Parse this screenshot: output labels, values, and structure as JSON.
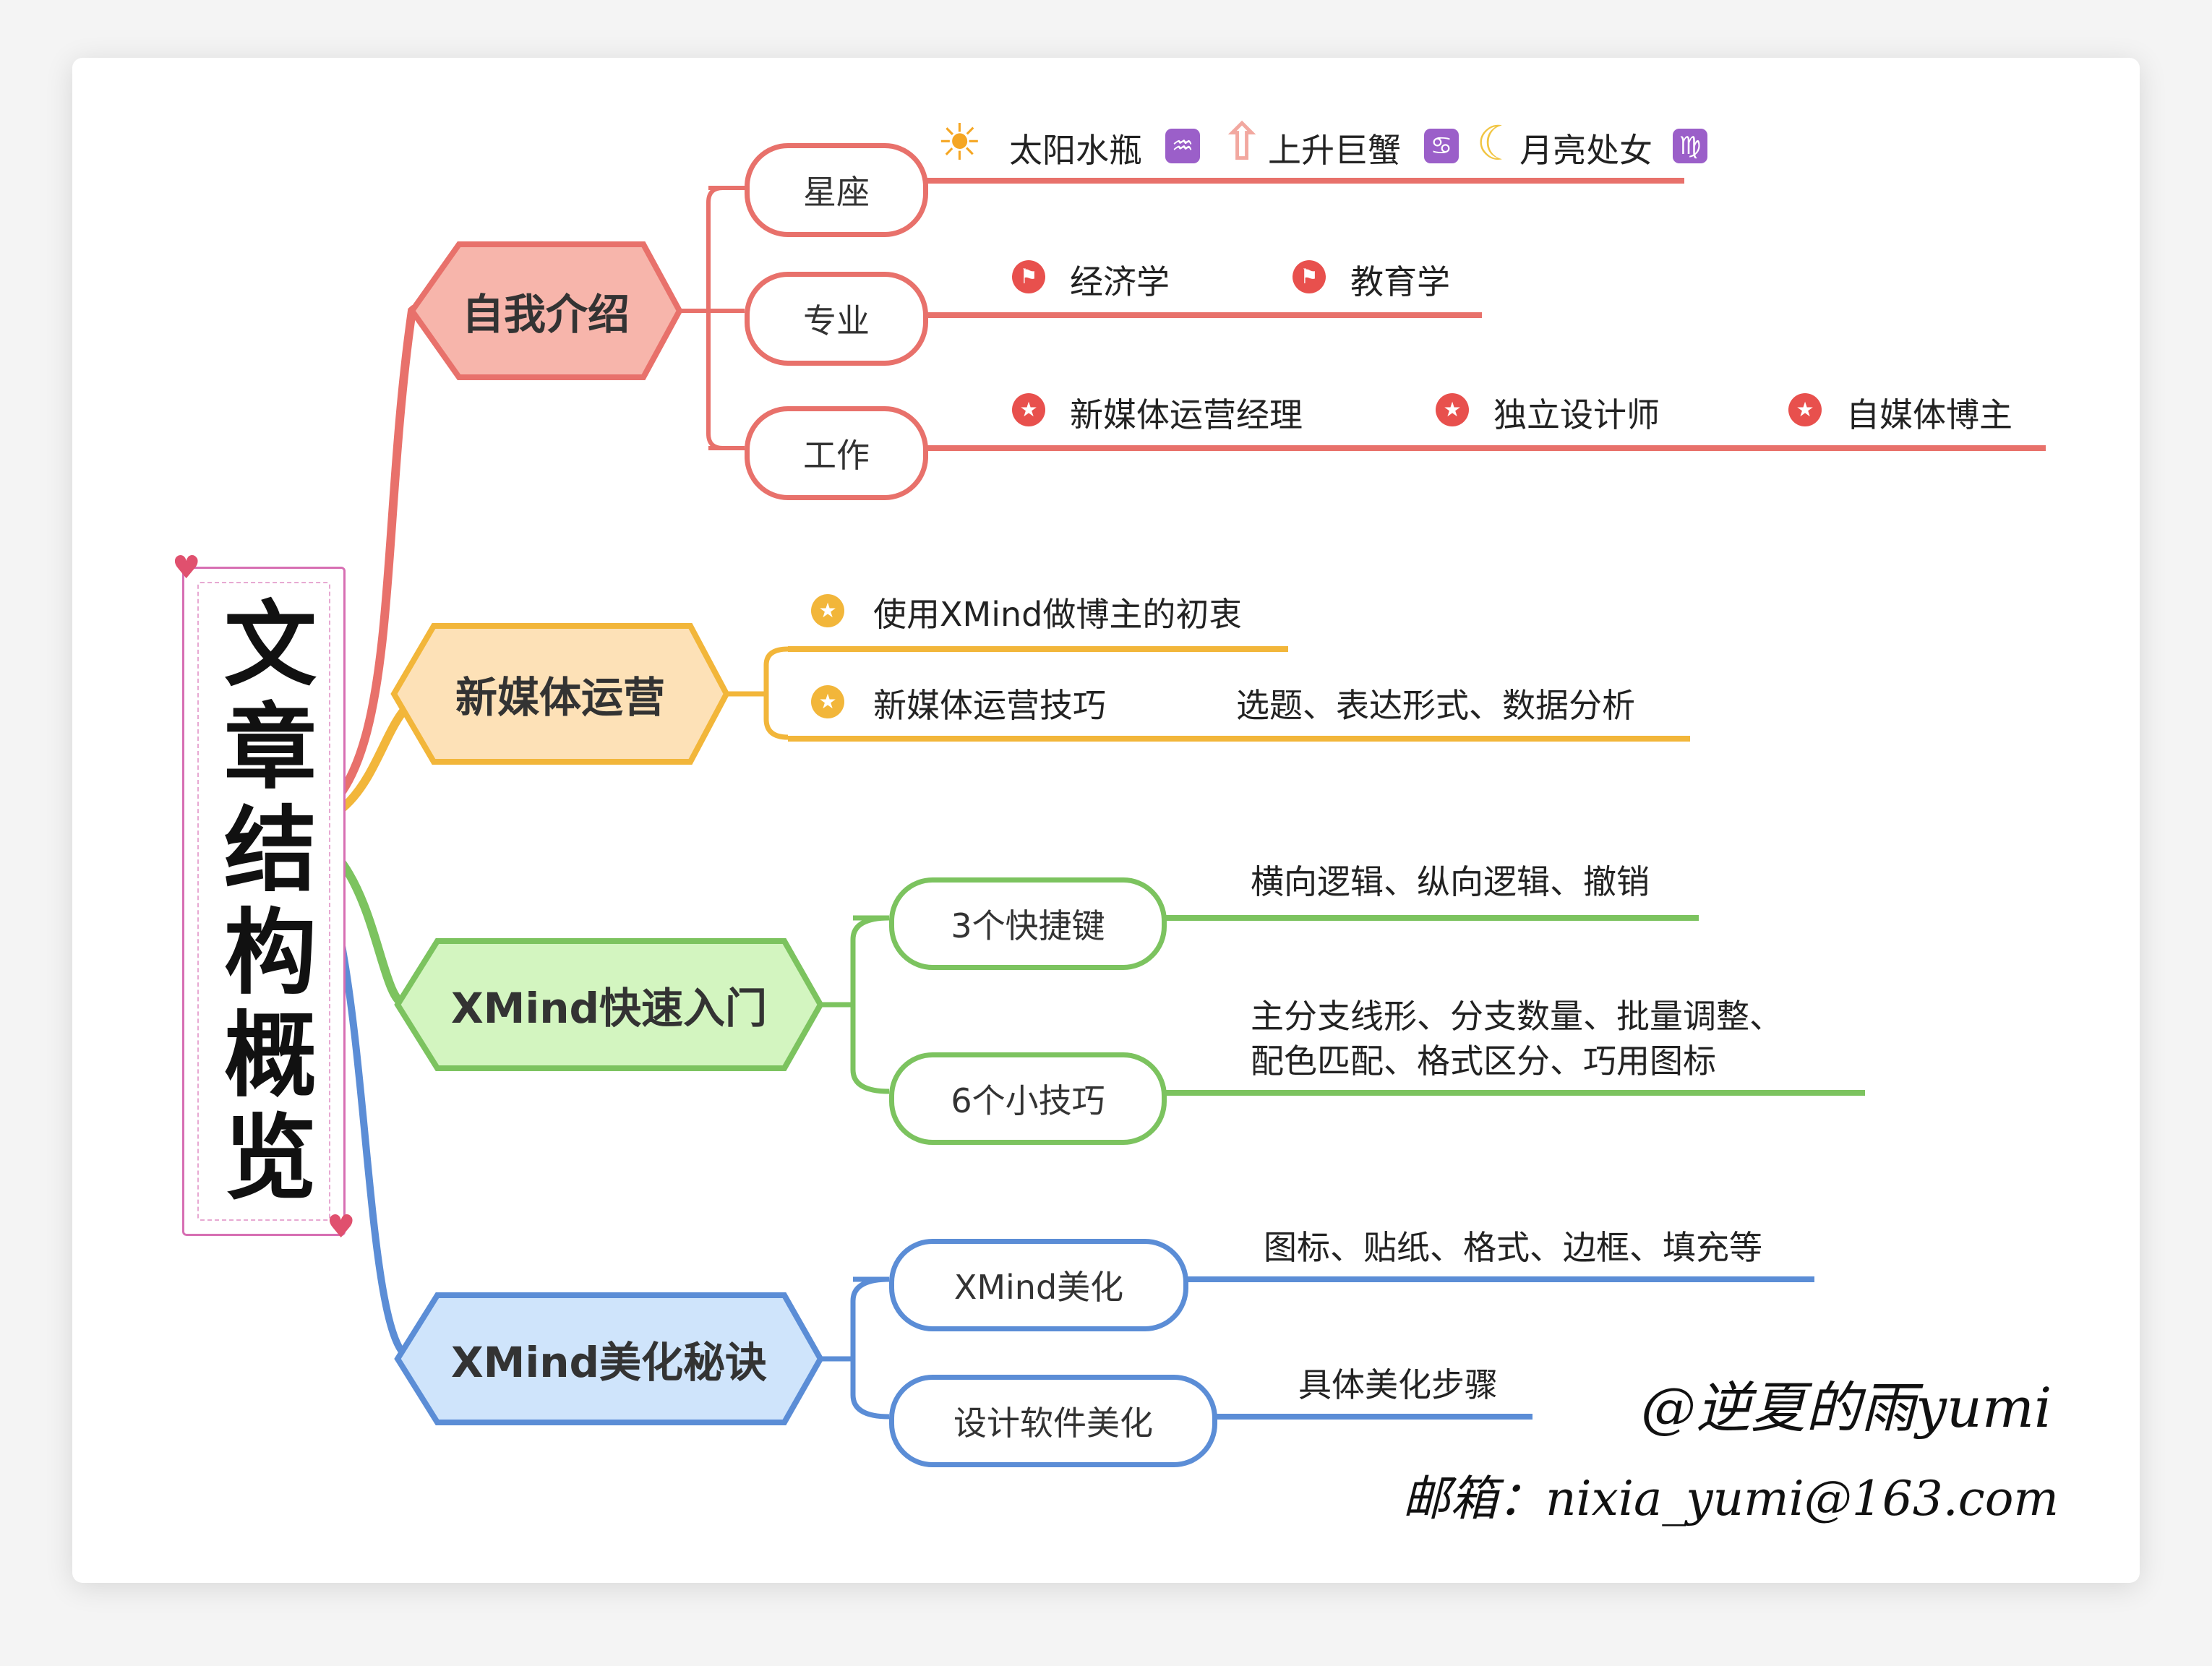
{
  "root": {
    "title": "文章结构概览"
  },
  "colors": {
    "red": "#e8716b",
    "orange": "#f2b63a",
    "green": "#7cc35f",
    "blue": "#5b8dd6",
    "red_fill": "#f7b5ab",
    "orange_fill": "#fde1b7",
    "green_fill": "#d3f5c0",
    "blue_fill": "#cfe4fb"
  },
  "branches": {
    "self_intro": {
      "label": "自我介绍",
      "xingzuo": {
        "label": "星座",
        "sun": "太阳水瓶",
        "sun_sign": "♒",
        "rising": "上升巨蟹",
        "rising_sign": "♋",
        "moon": "月亮处女",
        "moon_sign": "♍"
      },
      "major": {
        "label": "专业",
        "item1": "经济学",
        "item2": "教育学",
        "icon": "flag-icon"
      },
      "work": {
        "label": "工作",
        "item1": "新媒体运营经理",
        "item2": "独立设计师",
        "item3": "自媒体博主",
        "icon": "star-badge-icon"
      }
    },
    "new_media": {
      "label": "新媒体运营",
      "item1": "使用XMind做博主的初衷",
      "item2": "新媒体运营技巧",
      "item2_detail": "选题、表达形式、数据分析",
      "icon": "star-badge-icon"
    },
    "quick_start": {
      "label": "XMind快速入门",
      "shortcuts": {
        "label": "3个快捷键",
        "detail": "横向逻辑、纵向逻辑、撤销"
      },
      "tips": {
        "label": "6个小技巧",
        "detail1": "主分支线形、分支数量、批量调整、",
        "detail2": "配色匹配、格式区分、巧用图标"
      }
    },
    "beautify": {
      "label": "XMind美化秘诀",
      "xmind": {
        "label": "XMind美化",
        "detail": "图标、贴纸、格式、边框、填充等"
      },
      "software": {
        "label": "设计软件美化",
        "detail": "具体美化步骤"
      }
    }
  },
  "signature": {
    "line1": "@逆夏的雨yumi",
    "line2": "邮箱：nixia_yumi@163.com"
  }
}
